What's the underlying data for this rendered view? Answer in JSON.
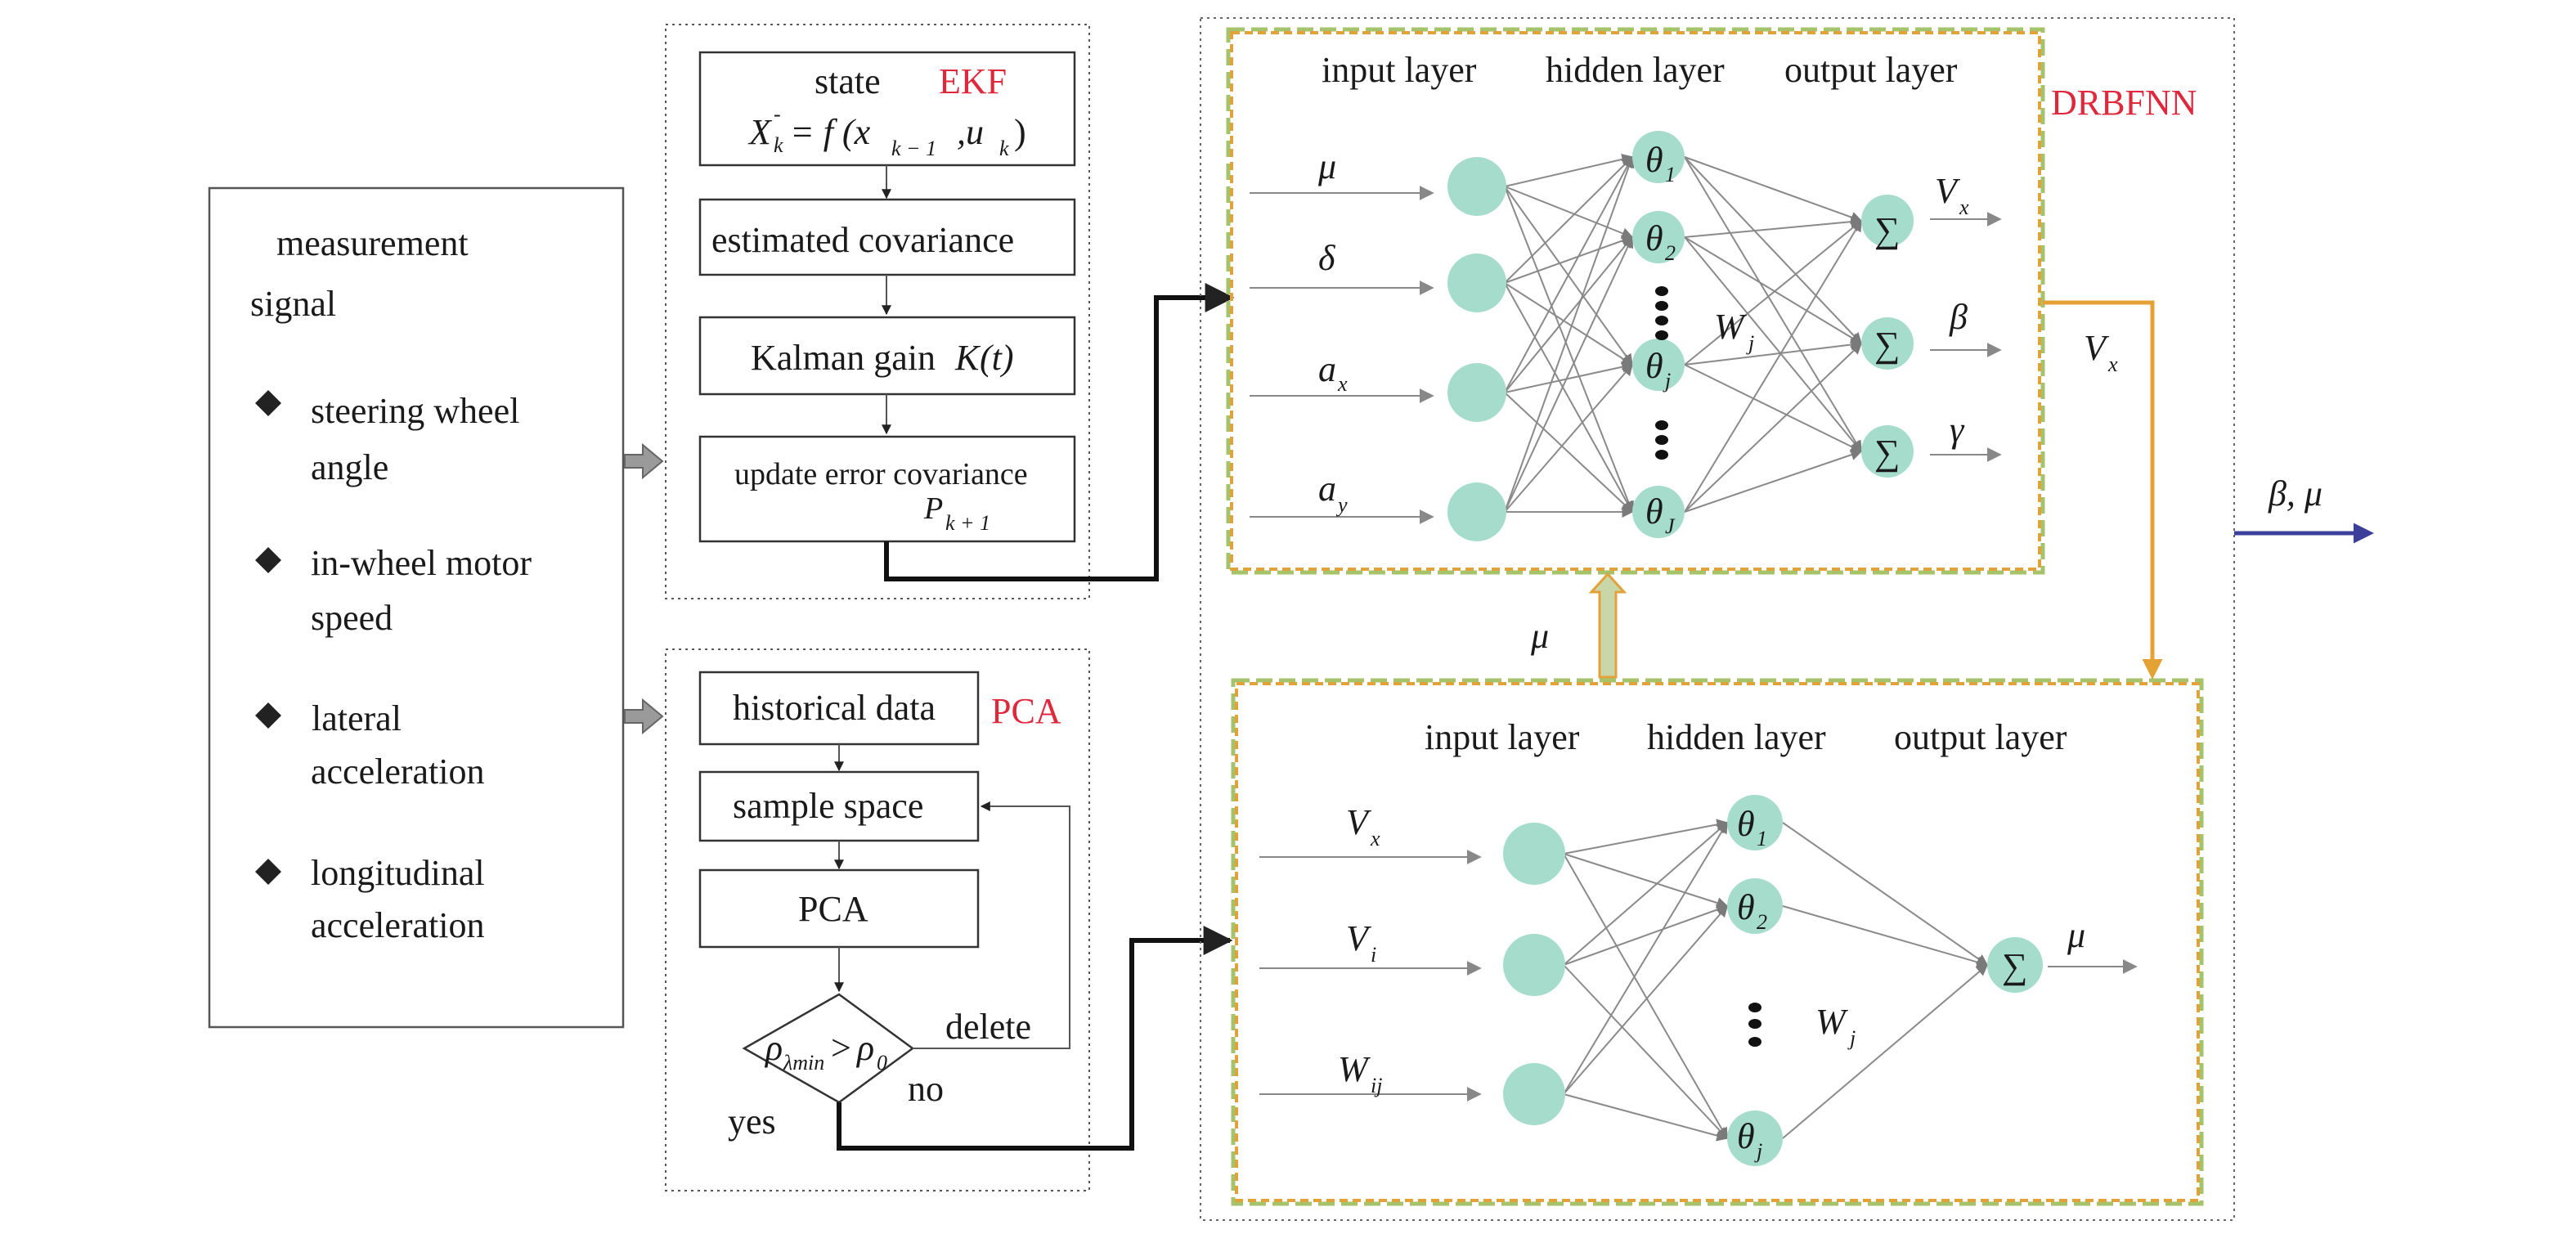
{
  "colors": {
    "node_fill": "#a6dccb",
    "dashed_orange": "#e2a23a",
    "dashed_green": "#a5c36a",
    "tag_red": "#e0283c",
    "output_arrow": "#3b3f9a",
    "link_orange": "#e3a233"
  },
  "measurement": {
    "title_line1": "measurement",
    "title_line2": "signal",
    "items": [
      {
        "line1": "steering wheel",
        "line2": "angle"
      },
      {
        "line1": "in-wheel motor",
        "line2": "speed"
      },
      {
        "line1": " lateral",
        "line2": "acceleration"
      },
      {
        "line1": "longitudinal",
        "line2": "acceleration"
      }
    ],
    "bullet_icon": "diamond-bullet"
  },
  "ekf": {
    "tag": "EKF",
    "state_label": "state",
    "state_eq_lhs": "X",
    "state_eq_lhs_sub": "k",
    "state_eq_lhs_sup": "-",
    "state_eq_rhs": "= f (x",
    "state_eq_rhs_sub": "k − 1",
    "state_eq_rhs2": ",u",
    "state_eq_rhs2_sub": "k",
    "state_eq_close": ")",
    "box2": "estimated covariance",
    "box3_text": "Kalman gain",
    "box3_math": "K",
    "box3_paren": "(t)",
    "box4": "update error covariance",
    "box4_math": "P",
    "box4_math_sub": "k + 1"
  },
  "pca": {
    "tag": "PCA",
    "box1": "historical data",
    "box2": "sample space",
    "box3": "PCA",
    "decision_lhs": "ρ",
    "decision_lhs_sub": "λmin",
    "decision_op": ">",
    "decision_rhs": "ρ",
    "decision_rhs_sub": "0",
    "no_label": "no",
    "yes_label": "yes",
    "delete_label": "delete"
  },
  "top_net": {
    "tag": "DRBFNN",
    "header_input": "input layer",
    "header_hidden": "hidden layer",
    "header_output": "output layer",
    "inputs": [
      {
        "sym": "μ",
        "sub": ""
      },
      {
        "sym": "δ",
        "sub": ""
      },
      {
        "sym": "a",
        "sub": "x"
      },
      {
        "sym": "a",
        "sub": "y"
      }
    ],
    "hidden": [
      {
        "sym": "θ",
        "sub": "1"
      },
      {
        "sym": "θ",
        "sub": "2"
      },
      {
        "sym": "θ",
        "sub": "j"
      },
      {
        "sym": "θ",
        "sub": "J"
      }
    ],
    "sum_symbol": "∑",
    "weight": {
      "sym": "W",
      "sub": "j"
    },
    "outputs": [
      {
        "sym": "V",
        "sub": "x"
      },
      {
        "sym": "β",
        "sub": ""
      },
      {
        "sym": "γ",
        "sub": ""
      }
    ]
  },
  "bottom_net": {
    "header_input": "input layer",
    "header_hidden": "hidden layer",
    "header_output": "output layer",
    "inputs": [
      {
        "sym": "V",
        "sub": "x"
      },
      {
        "sym": "V",
        "sub": "i"
      },
      {
        "sym": "W",
        "sub": "ij"
      }
    ],
    "hidden": [
      {
        "sym": "θ",
        "sub": "1"
      },
      {
        "sym": "θ",
        "sub": "2"
      },
      {
        "sym": "θ",
        "sub": "j"
      }
    ],
    "sum_symbol": "∑",
    "weight": {
      "sym": "W",
      "sub": "j"
    },
    "output": {
      "sym": "μ",
      "sub": ""
    }
  },
  "links": {
    "feedback_mu": "μ",
    "vx_label": {
      "sym": "V",
      "sub": "x"
    },
    "final_output": "β, μ"
  }
}
